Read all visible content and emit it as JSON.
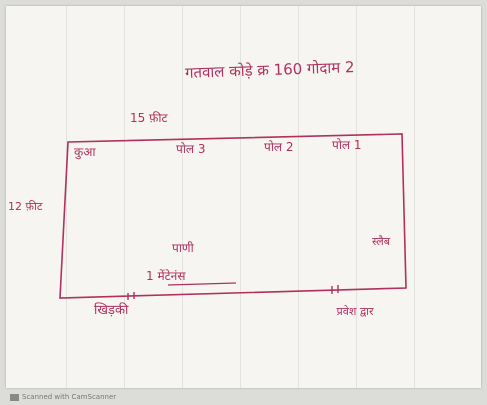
{
  "note": {
    "title": "गतवाल कोड़े क्र 160 गोदाम 2",
    "width_label": "15 फ़ीट",
    "height_label": "12 फ़ीट",
    "rooms": {
      "left": "कुआ",
      "pillar_3": "पोल 3",
      "pillar_2": "पोल 2",
      "pillar_1": "पोल 1",
      "water": "पाणी",
      "slab": "स्लैब",
      "bottom_left_door": "खिड़की",
      "entry_gate": "प्रवेश द्वार",
      "main_entry": "1 मेंटेनंस"
    },
    "ink_color": "#b03060"
  },
  "footer": {
    "text": "Scanned with CamScanner"
  }
}
